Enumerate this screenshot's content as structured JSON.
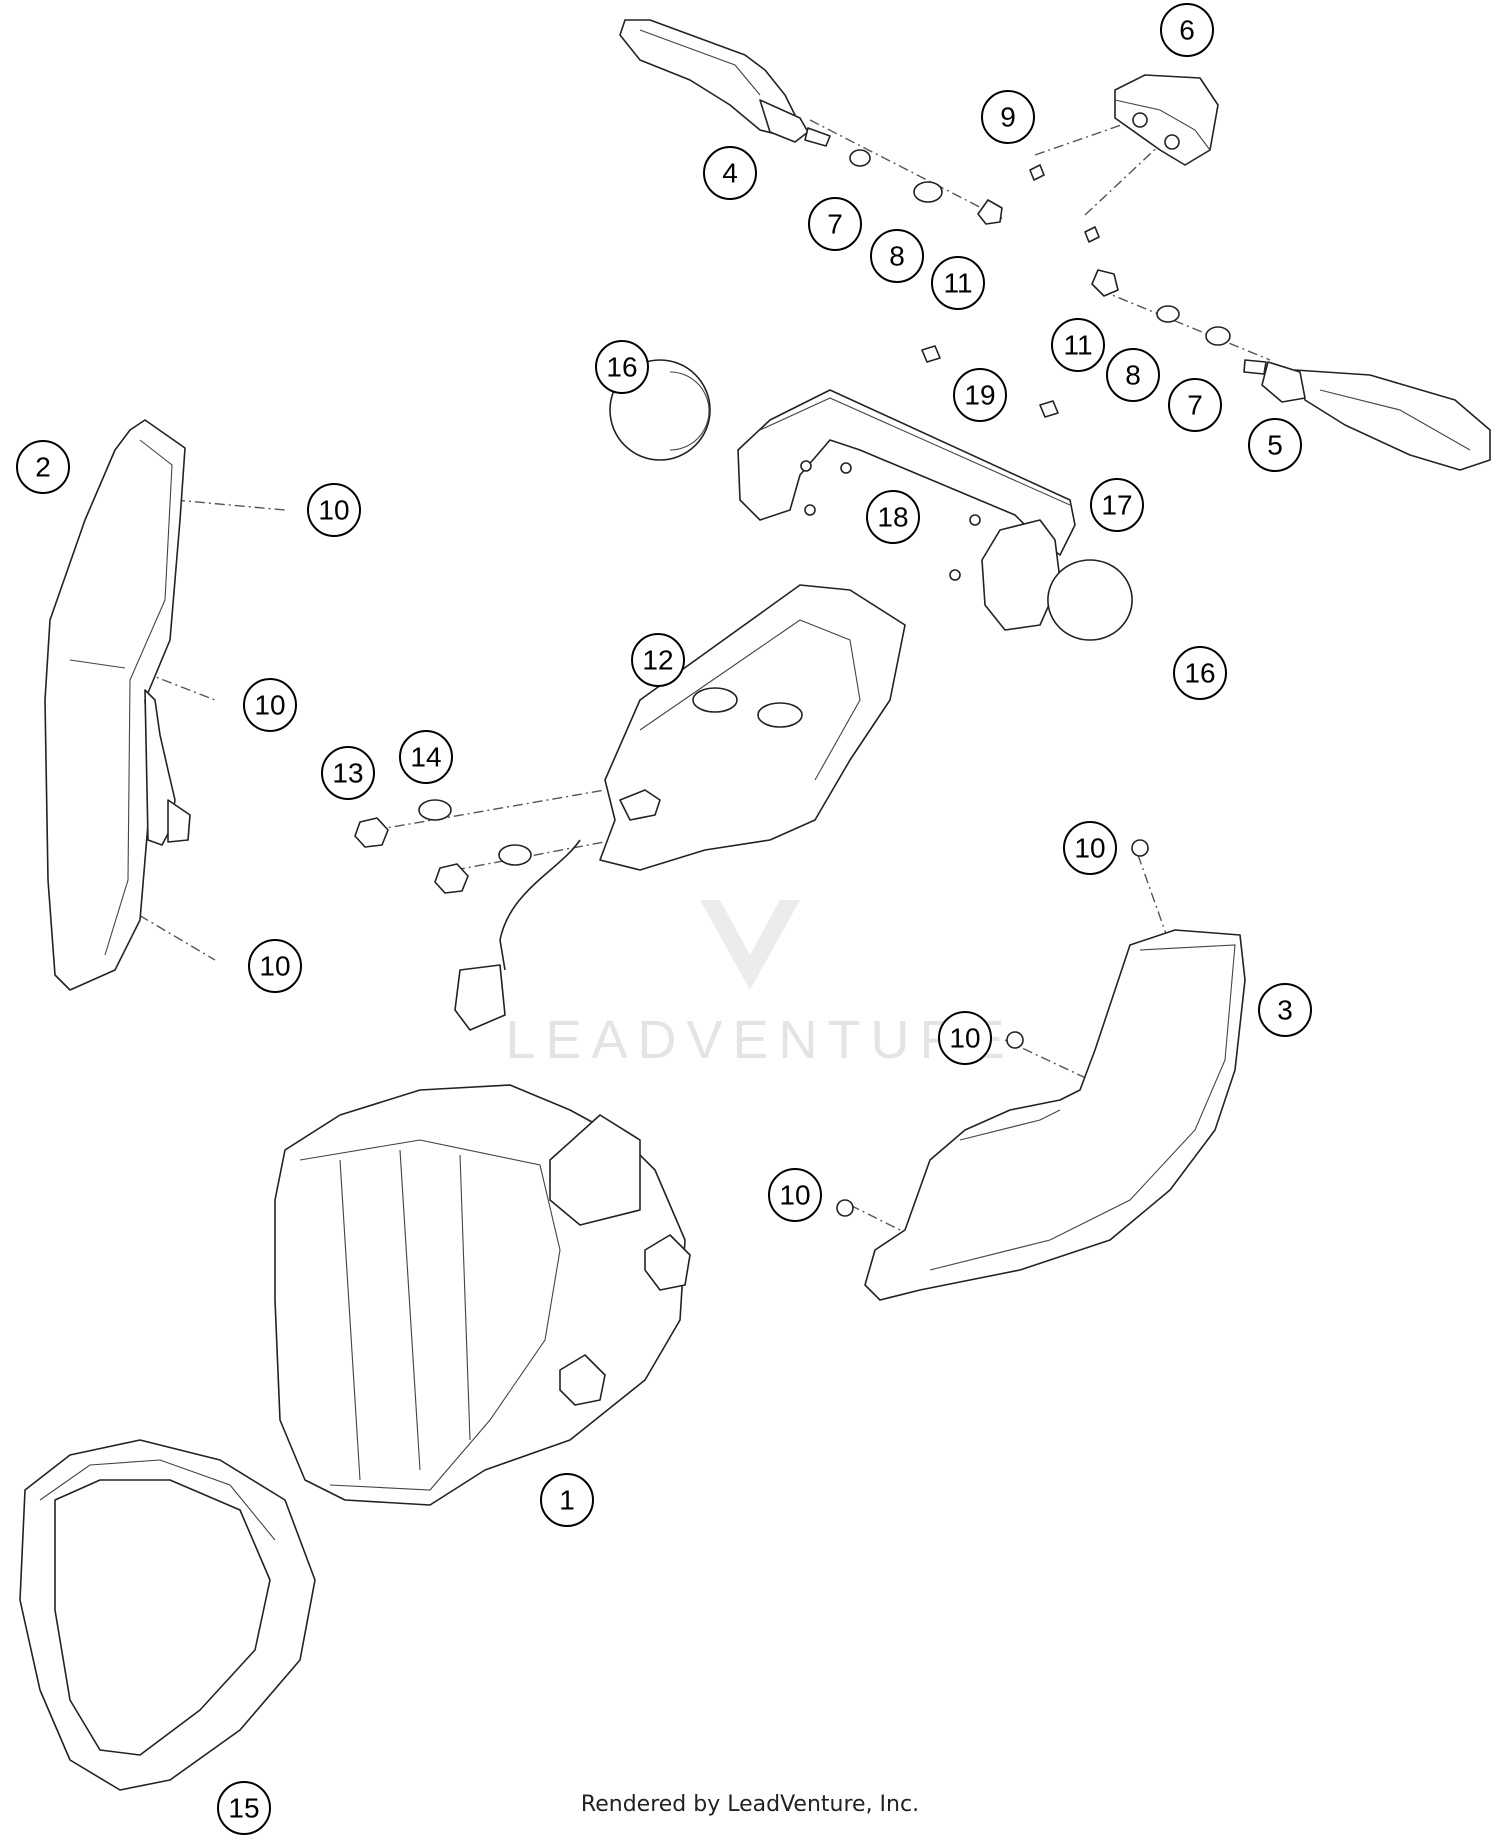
{
  "watermark": {
    "text": "LEADVENTURE"
  },
  "footer": {
    "text": "Rendered by LeadVenture, Inc."
  },
  "callouts": [
    {
      "id": "c1",
      "label": "1"
    },
    {
      "id": "c2",
      "label": "2"
    },
    {
      "id": "c3",
      "label": "3"
    },
    {
      "id": "c4",
      "label": "4"
    },
    {
      "id": "c5",
      "label": "5"
    },
    {
      "id": "c6",
      "label": "6"
    },
    {
      "id": "c7a",
      "label": "7"
    },
    {
      "id": "c7b",
      "label": "7"
    },
    {
      "id": "c8a",
      "label": "8"
    },
    {
      "id": "c8b",
      "label": "8"
    },
    {
      "id": "c9",
      "label": "9"
    },
    {
      "id": "c10a",
      "label": "10"
    },
    {
      "id": "c10b",
      "label": "10"
    },
    {
      "id": "c10c",
      "label": "10"
    },
    {
      "id": "c10d",
      "label": "10"
    },
    {
      "id": "c10e",
      "label": "10"
    },
    {
      "id": "c10f",
      "label": "10"
    },
    {
      "id": "c11a",
      "label": "11"
    },
    {
      "id": "c11b",
      "label": "11"
    },
    {
      "id": "c12",
      "label": "12"
    },
    {
      "id": "c13",
      "label": "13"
    },
    {
      "id": "c14",
      "label": "14"
    },
    {
      "id": "c15",
      "label": "15"
    },
    {
      "id": "c16a",
      "label": "16"
    },
    {
      "id": "c16b",
      "label": "16"
    },
    {
      "id": "c17",
      "label": "17"
    },
    {
      "id": "c18",
      "label": "18"
    },
    {
      "id": "c19",
      "label": "19"
    }
  ]
}
